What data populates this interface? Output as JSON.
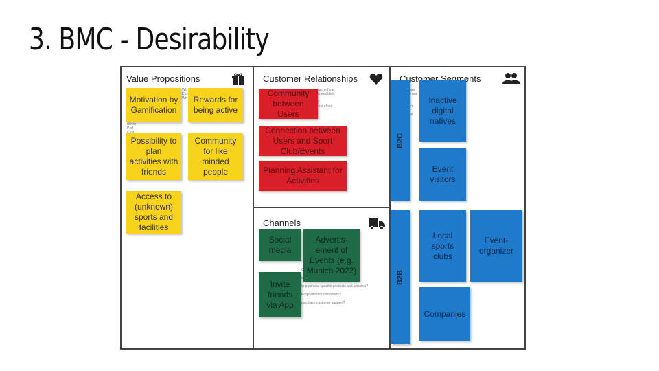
{
  "slide": {
    "title": "3. BMC - Desirability"
  },
  "sections": {
    "value_propositions": "Value Propositions",
    "customer_relationships": "Customer Relationships",
    "customer_segments": "Customer Segments",
    "channels": "Channels"
  },
  "icons": {
    "value_propositions": "gift-icon",
    "customer_relationships": "heart-icon",
    "customer_segments": "people-icon",
    "channels": "truck-icon"
  },
  "value_propositions": [
    "Motivation by Gamification",
    "Rewards for being active",
    "Possibility to plan activities with friends",
    "Community for like minded people",
    "Access to (unknown) sports and facilities"
  ],
  "customer_relationships": [
    "Community between Users",
    "Connection between Users and Sport Club/Events",
    "Planning Assistant for Activities"
  ],
  "channels": [
    "Social media",
    "Advertis-ement of Events (e.g. Munich 2022)",
    "Invite friends via App"
  ],
  "segment_groups": [
    "B2C",
    "B2B"
  ],
  "customer_segments": [
    "Inactive digital natives",
    "Event visitors",
    "Local sports clubs",
    "Event-organizer",
    "Companies"
  ],
  "colors": {
    "yellow": "#f8d31c",
    "red": "#d81f2a",
    "green": "#1f6b47",
    "blue": "#1f7acb"
  }
}
